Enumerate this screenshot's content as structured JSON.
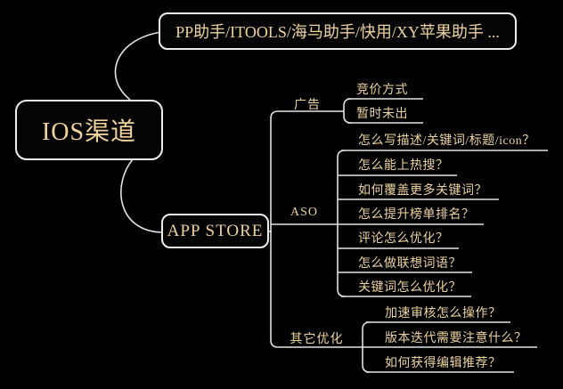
{
  "colors": {
    "background": "#000000",
    "line": "#e2e2e2",
    "node_border": "#ededed",
    "text": "#ecd39e"
  },
  "root": {
    "label": "IOS渠道"
  },
  "jailbreak_node": {
    "label": "PP助手/ITOOLS/海马助手/快用/XY苹果助手 ..."
  },
  "app_store_node": {
    "label": "APP STORE"
  },
  "branches": [
    {
      "label": "广告",
      "children": [
        "竞价方式",
        "暂时未出"
      ]
    },
    {
      "label": "ASO",
      "children": [
        "怎么写描述/关键词/标题/icon？",
        "怎么能上热搜？",
        "如何覆盖更多关键词？",
        "怎么提升榜单排名？",
        "评论怎么优化？",
        "怎么做联想词语？",
        "关键词怎么优化？"
      ]
    },
    {
      "label": "其它优化",
      "children": [
        "加速审核怎么操作？",
        "版本迭代需要注意什么？",
        "如何获得编辑推荐？"
      ]
    }
  ]
}
